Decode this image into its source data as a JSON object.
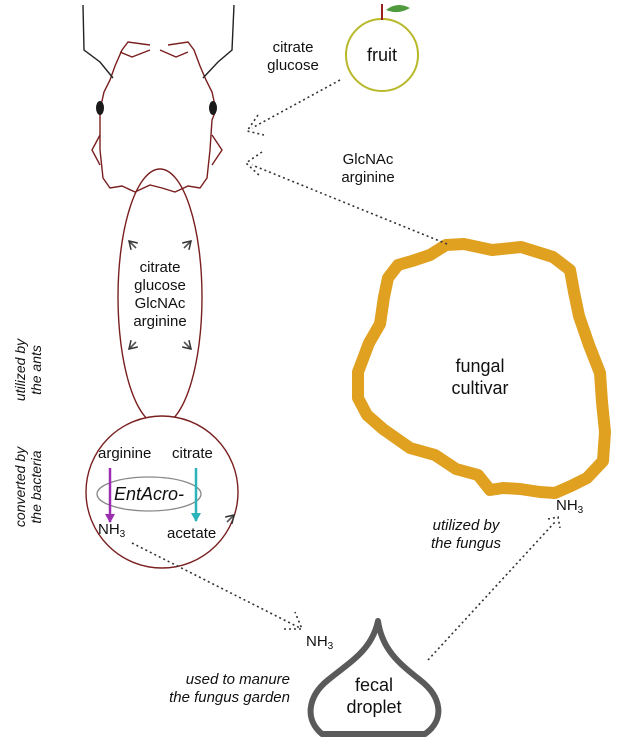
{
  "fruit": {
    "label": "fruit"
  },
  "fruit_to_ant": {
    "line1": "citrate",
    "line2": "glucose"
  },
  "fungus_to_ant": {
    "line1": "GlcNAc",
    "line2": "arginine"
  },
  "gaster": {
    "line1": "citrate",
    "line2": "glucose",
    "line3": "GlcNAc",
    "line4": "arginine"
  },
  "bacteria_chamber": {
    "arginine": "arginine",
    "citrate": "citrate",
    "bacteria": "EntAcro-",
    "nh3_base": "NH",
    "nh3_sub": "3",
    "acetate": "acetate"
  },
  "side_labels": {
    "utilized_line1": "utilized by",
    "utilized_line2": "the ants",
    "converted_line1": "converted by",
    "converted_line2": "the bacteria"
  },
  "fungus": {
    "line1": "fungal",
    "line2": "cultivar"
  },
  "fungus_use": {
    "line1": "utilized by",
    "line2": "the fungus"
  },
  "nh3_to_fungus": {
    "base": "NH",
    "sub": "3"
  },
  "nh3_at_droplet": {
    "base": "NH",
    "sub": "3"
  },
  "manure": {
    "line1": "used to manure",
    "line2": "the fungus garden"
  },
  "droplet": {
    "line1": "fecal",
    "line2": "droplet"
  },
  "colors": {
    "outline": "#7a1f1f",
    "fungus": "#e0a020",
    "fruit_outline": "#b8b82a",
    "leaf": "#4e9a3c",
    "stem": "#9a2020",
    "arginine_arrow": "#9b2fb0",
    "citrate_arrow": "#2ab3b8",
    "droplet": "#5a5a5a",
    "arrow_gray": "#555555"
  }
}
